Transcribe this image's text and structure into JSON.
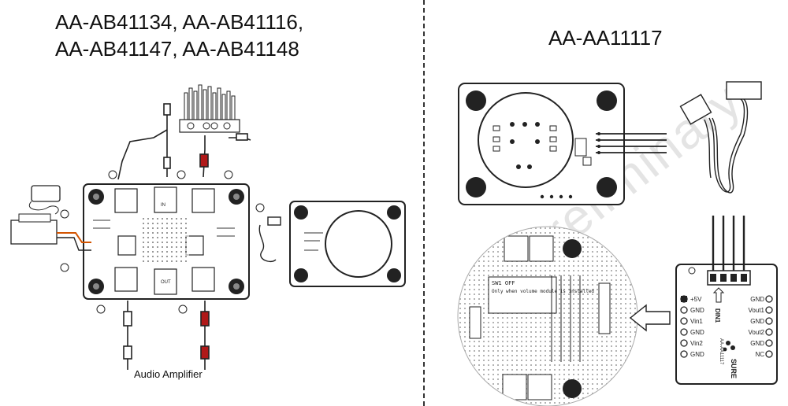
{
  "left_title_line1": "AA-AB41134, AA-AB41116,",
  "left_title_line2": "AA-AB41147, AA-AB41148",
  "right_title": "AA-AA11117",
  "amp_caption": "Audio Amplifier",
  "watermark": "Preliminary",
  "module_labels": {
    "sure": "SURE",
    "part": "AA-AA11117",
    "pins_left": [
      "+5V",
      "GND",
      "Vin1",
      "GND",
      "Vin2",
      "GND"
    ],
    "pins_right": [
      "GND",
      "Vout1",
      "GND",
      "Vout2",
      "GND",
      "NC"
    ],
    "header": "DIN1"
  },
  "board_labels": {
    "in": "IN",
    "out": "OUT",
    "sw_off": "SW1 OFF",
    "note": "Only when volume module is installed"
  },
  "colors": {
    "cable_red": "#b01818",
    "line": "#222222",
    "wire_orange": "#d35400"
  }
}
